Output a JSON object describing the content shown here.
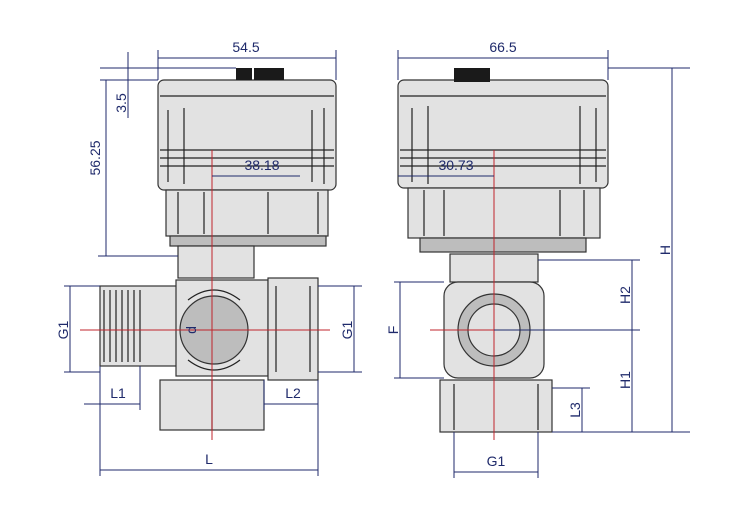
{
  "left_view": {
    "width_label": "54.5",
    "top_gap_label": "3.5",
    "height_label": "56.25",
    "offset_label": "38.18",
    "pipe_thread_left_label": "G1",
    "pipe_thread_right_label": "G1",
    "bore_label": "d",
    "thread_len_left_label": "L1",
    "thread_len_right_label": "L2",
    "overall_len_label": "L"
  },
  "right_view": {
    "width_label": "66.5",
    "offset_label": "30.73",
    "flange_label": "F",
    "total_height_label": "H",
    "upper_height_label": "H2",
    "lower_height_label": "H1",
    "bottom_thread_len_label": "L3",
    "bottom_thread_label": "G1"
  },
  "colors": {
    "dimension": "#1f2a6b",
    "centerline": "#c0242c",
    "outline": "#222222"
  }
}
